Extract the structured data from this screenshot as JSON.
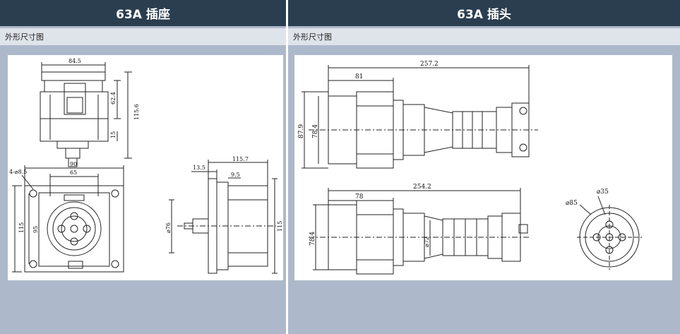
{
  "panels": [
    {
      "title": "63A 插座",
      "subtitle": "外形尺寸图",
      "dimensions": {
        "top_width": "84.5",
        "height_total": "115.6",
        "height_upper": "62.4",
        "height_lower": "15",
        "front_width_outer": "90",
        "front_width_inner": "65",
        "holes": "4-⌀8.5",
        "front_height_outer": "115",
        "front_height_inner": "95",
        "side_length": "115.7",
        "side_flange": "13.5",
        "side_small": "9.5",
        "side_diameter": "⌀76",
        "side_height": "115"
      }
    },
    {
      "title": "63A 插头",
      "subtitle": "外形尺寸图",
      "dimensions": {
        "top_length": "257.2",
        "top_body": "81",
        "top_dia_outer": "87.9",
        "top_dia_inner": "78.4",
        "bottom_length": "254.2",
        "bottom_body": "78",
        "bottom_dia": "78.4",
        "bottom_cable": "⌀72",
        "face_outer": "⌀85",
        "face_inner": "⌀35"
      }
    }
  ]
}
